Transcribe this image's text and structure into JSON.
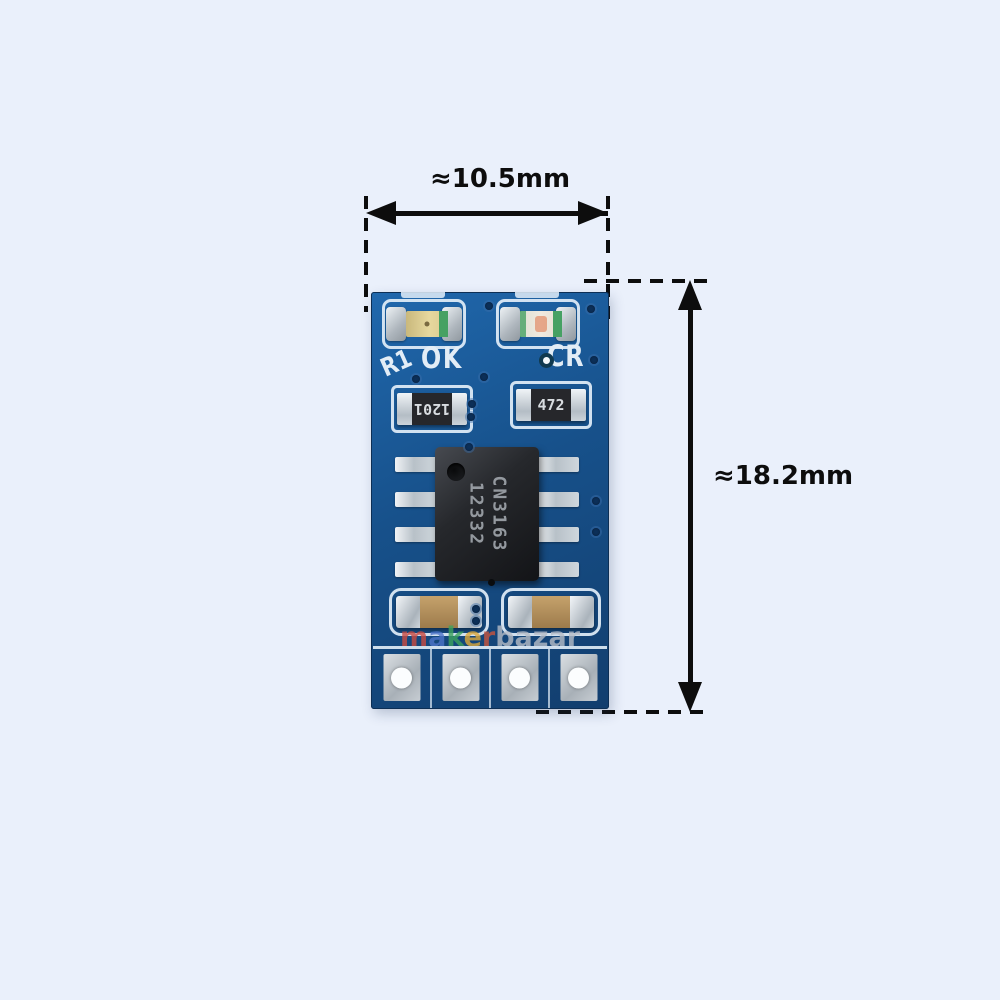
{
  "scene": {
    "background_color": "#eaf0fb",
    "annotation_color": "#0d0d0d"
  },
  "dimension_annotations": {
    "width_label": "≈10.5mm",
    "height_label": "≈18.2mm"
  },
  "board": {
    "pcb_color": "#17518b",
    "silkscreen": {
      "resistor_ref": "R1",
      "led_ok": "OK",
      "led_charge": "CR"
    },
    "resistor_left_marking": "1201",
    "resistor_right_marking": "472",
    "chip_marking_line1": "CN3163",
    "chip_marking_line2": "12332",
    "watermark": {
      "maker_letters": [
        "m",
        "a",
        "k",
        "e",
        "r"
      ],
      "bazar": "bazar"
    }
  }
}
